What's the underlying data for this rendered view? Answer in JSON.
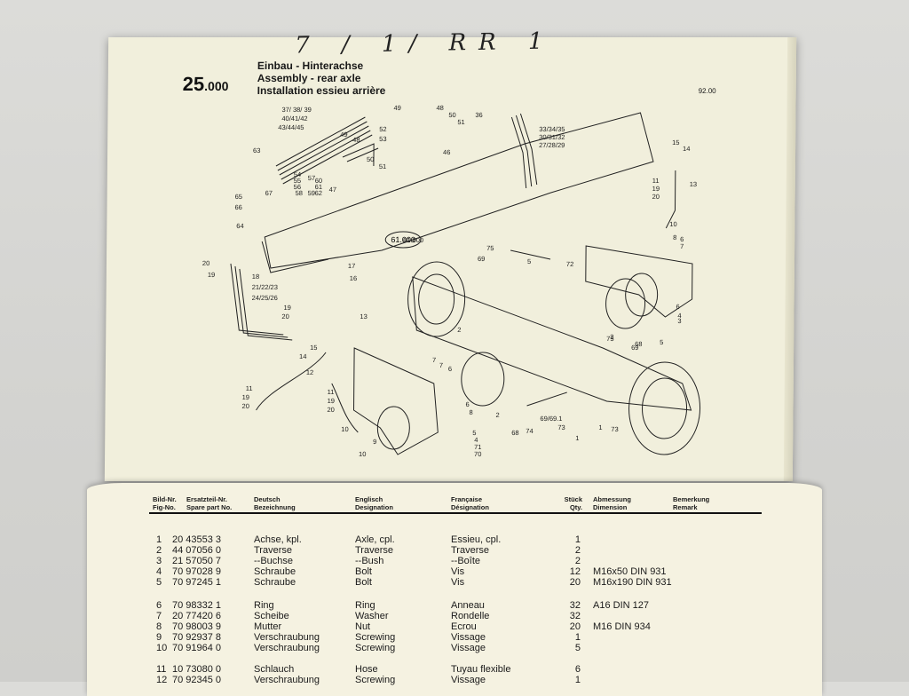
{
  "handwriting": "7 / 1/ RR 1",
  "section": {
    "number_big": "25",
    "number_small": ".000",
    "titles": [
      "Einbau - Hinterachse",
      "Assembly - rear axle",
      "Installation essieu arrière"
    ],
    "page_ref": "92.00"
  },
  "diagram": {
    "circled_ref": "61.000",
    "callouts": [
      "37/ 38/ 39",
      "40/41/42",
      "43/44/45",
      "49",
      "48",
      "50",
      "36",
      "51",
      "52",
      "53",
      "46",
      "49",
      "48",
      "33/34/35",
      "30/31/32",
      "27/28/29",
      "15",
      "14",
      "13",
      "11",
      "19",
      "20",
      "10",
      "8",
      "6",
      "7",
      "63",
      "55",
      "56",
      "57",
      "58",
      "59",
      "60",
      "61",
      "62",
      "54",
      "47",
      "50",
      "51",
      "65",
      "66",
      "67",
      "64",
      "61.000",
      "20",
      "19",
      "18",
      "17",
      "16",
      "21/22/23",
      "24/25/26",
      "19",
      "20",
      "13",
      "14",
      "15",
      "12",
      "11",
      "19",
      "20",
      "11",
      "19",
      "20",
      "10",
      "9",
      "10",
      "75",
      "5",
      "69",
      "72",
      "73",
      "75",
      "3",
      "2",
      "69",
      "68",
      "5",
      "6",
      "4",
      "3",
      "2",
      "8",
      "6",
      "7",
      "7",
      "6",
      "5",
      "4",
      "71",
      "70",
      "74",
      "68",
      "69/69.1",
      "73",
      "1",
      "1"
    ]
  },
  "table": {
    "headers": {
      "fig": [
        "Bild-Nr.",
        "Fig-No."
      ],
      "part": [
        "Ersatzteil-Nr.",
        "Spare part No."
      ],
      "de": [
        "Deutsch",
        "Bezeichnung"
      ],
      "en": [
        "Englisch",
        "Designation"
      ],
      "fr": [
        "Française",
        "Désignation"
      ],
      "qty": [
        "Stück",
        "Qty."
      ],
      "dim": [
        "Abmessung",
        "Dimension"
      ],
      "rem": [
        "Bemerkung",
        "Remark"
      ]
    },
    "rows": [
      {
        "fig": "1",
        "part": "20 43553 3",
        "de": "Achse, kpl.",
        "en": "Axle, cpl.",
        "fr": "Essieu, cpl.",
        "qty": "1",
        "dim": ""
      },
      {
        "fig": "2",
        "part": "44 07056 0",
        "de": "Traverse",
        "en": "Traverse",
        "fr": "Traverse",
        "qty": "2",
        "dim": ""
      },
      {
        "fig": "3",
        "part": "21 57050 7",
        "de": "--Buchse",
        "en": "--Bush",
        "fr": "--Boîte",
        "qty": "2",
        "dim": ""
      },
      {
        "fig": "4",
        "part": "70 97028 9",
        "de": "Schraube",
        "en": "Bolt",
        "fr": "Vis",
        "qty": "12",
        "dim": "M16x50 DIN 931"
      },
      {
        "fig": "5",
        "part": "70 97245 1",
        "de": "Schraube",
        "en": "Bolt",
        "fr": "Vis",
        "qty": "20",
        "dim": "M16x190 DIN 931"
      },
      {
        "fig": "6",
        "part": "70 98332 1",
        "de": "Ring",
        "en": "Ring",
        "fr": "Anneau",
        "qty": "32",
        "dim": "A16 DIN 127"
      },
      {
        "fig": "7",
        "part": "20 77420 6",
        "de": "Scheibe",
        "en": "Washer",
        "fr": "Rondelle",
        "qty": "32",
        "dim": ""
      },
      {
        "fig": "8",
        "part": "70 98003 9",
        "de": "Mutter",
        "en": "Nut",
        "fr": "Ecrou",
        "qty": "20",
        "dim": "M16 DIN 934"
      },
      {
        "fig": "9",
        "part": "70 92937 8",
        "de": "Verschraubung",
        "en": "Screwing",
        "fr": "Vissage",
        "qty": "1",
        "dim": ""
      },
      {
        "fig": "10",
        "part": "70 91964 0",
        "de": "Verschraubung",
        "en": "Screwing",
        "fr": "Vissage",
        "qty": "5",
        "dim": ""
      },
      {
        "fig": "11",
        "part": "10 73080 0",
        "de": "Schlauch",
        "en": "Hose",
        "fr": "Tuyau flexible",
        "qty": "6",
        "dim": ""
      },
      {
        "fig": "12",
        "part": "70 92345 0",
        "de": "Verschraubung",
        "en": "Screwing",
        "fr": "Vissage",
        "qty": "1",
        "dim": ""
      }
    ]
  }
}
